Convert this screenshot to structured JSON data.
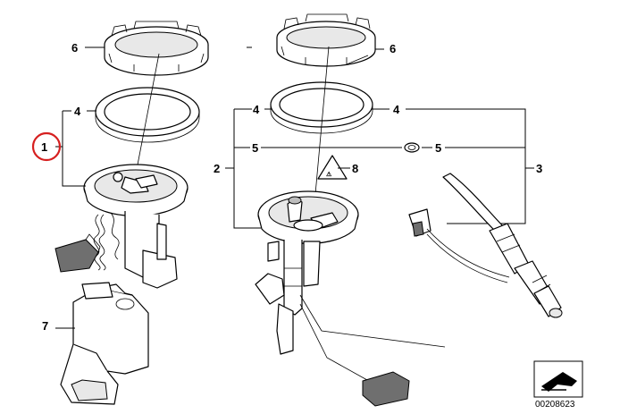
{
  "callouts": {
    "left_ring_nut": "6",
    "left_seal": "4",
    "left_assembly": "1",
    "left_bracket": "7",
    "center_ring_nut": "6",
    "center_seal_a": "4",
    "center_seal_b": "4",
    "center_oring_a": "5",
    "center_oring_b": "5",
    "center_assembly": "2",
    "right_assembly": "3",
    "warning_label": "8"
  },
  "highlight_color": "#d62020",
  "footer": {
    "diagram_number": "00208623"
  }
}
